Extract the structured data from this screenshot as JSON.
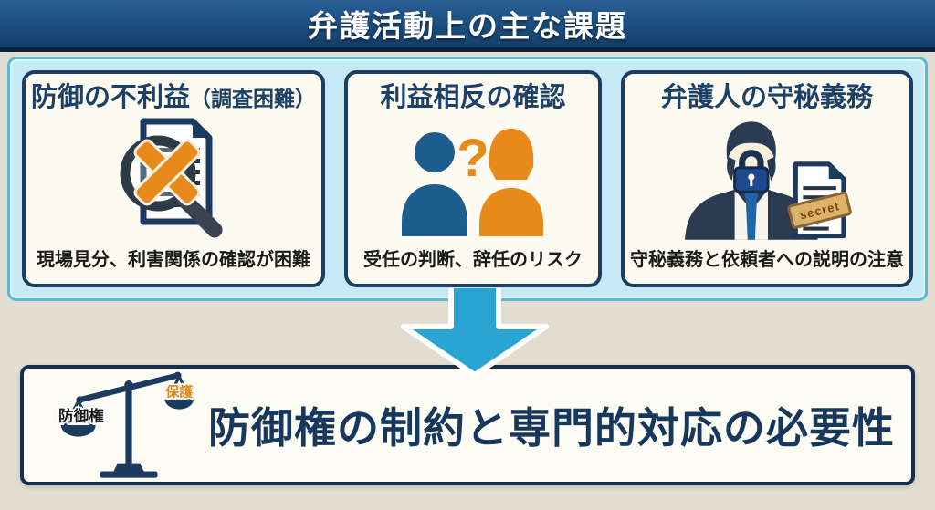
{
  "title": "弁護活動上の主な課題",
  "cards": [
    {
      "title": "防御の不利益",
      "title_sub": "（調査困難）",
      "caption": "現場見分、利害関係の確認が困難",
      "icon": "document-search-x-icon"
    },
    {
      "title": "利益相反の確認",
      "caption": "受任の判断、辞任のリスク",
      "icon": "two-persons-question-icon",
      "question_mark": "?"
    },
    {
      "title": "弁護人の守秘義務",
      "caption": "守秘義務と依頼者への説明の注意",
      "icon": "lawyer-secrecy-icon",
      "stamp_text": "secret"
    }
  ],
  "conclusion": {
    "text": "防御権の制約と専門的対応の必要性",
    "scale_left_label": "防御権",
    "scale_right_label": "保護"
  },
  "colors": {
    "page_bg": "#e2ddd1",
    "banner_blue": "#1b4d7e",
    "banner_dark": "#0c2440",
    "panel_fill": "#c6eaf5",
    "panel_border": "#5cb8d9",
    "card_bg": "#fdfbf1",
    "card_border": "#1c3e63",
    "title_navy": "#1d4066",
    "text_dark": "#1a1a1a",
    "arrow_blue": "#2aa5d2",
    "orange": "#e8891c",
    "person_blue": "#1d5e8f",
    "conclusion_bg": "#fdfcf4",
    "conclusion_border": "#14304e",
    "conclusion_navy": "#17375c",
    "scale_navy": "#1d3a5f",
    "label_orange": "#e0861a",
    "tie_blue": "#1d64a8",
    "lock_blue": "#1d4a8f",
    "stamp_tan": "#dcb26b"
  }
}
